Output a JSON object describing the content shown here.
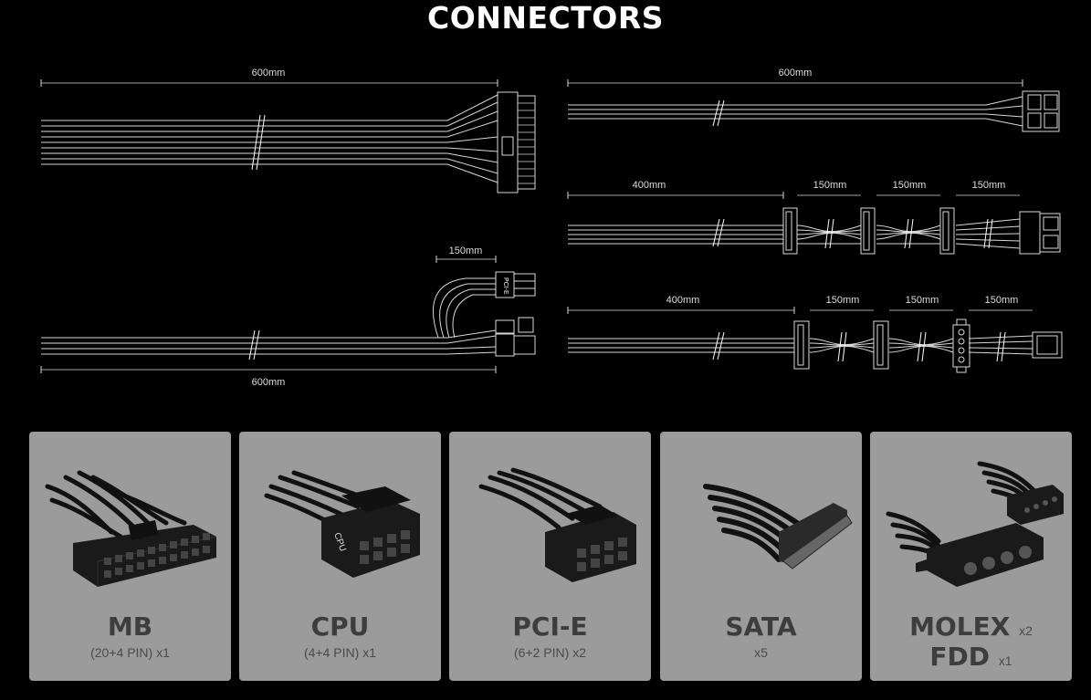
{
  "title": "CONNECTORS",
  "diagram_labels": {
    "mb_length": "600mm",
    "cpu_length": "600mm",
    "cpu_pcie_branch": "150mm",
    "cpu_pcie_length": "600mm",
    "pcie_tag": "PCI-E",
    "sata_first": "400mm",
    "sata_seg1": "150mm",
    "sata_seg2": "150mm",
    "sata_seg3": "150mm",
    "molex_first": "400mm",
    "molex_seg1": "150mm",
    "molex_seg2": "150mm",
    "molex_seg3": "150mm"
  },
  "cards": [
    {
      "name": "MB",
      "sub": "(20+4 PIN) x1",
      "icon": "mb-connector-icon"
    },
    {
      "name": "CPU",
      "sub": "(4+4 PIN) x1",
      "icon": "cpu-connector-icon",
      "tag": "CPU"
    },
    {
      "name": "PCI-E",
      "sub": "(6+2 PIN) x2",
      "icon": "pcie-connector-icon"
    },
    {
      "name": "SATA",
      "sub": "x5",
      "icon": "sata-connector-icon"
    },
    {
      "name": "MOLEX",
      "mult": "x2",
      "name2": "FDD",
      "mult2": "x1",
      "icon": "molex-connector-icon"
    }
  ],
  "colors": {
    "background": "#000000",
    "card": "#9b9b9b",
    "card_text": "#3d3d3d"
  }
}
